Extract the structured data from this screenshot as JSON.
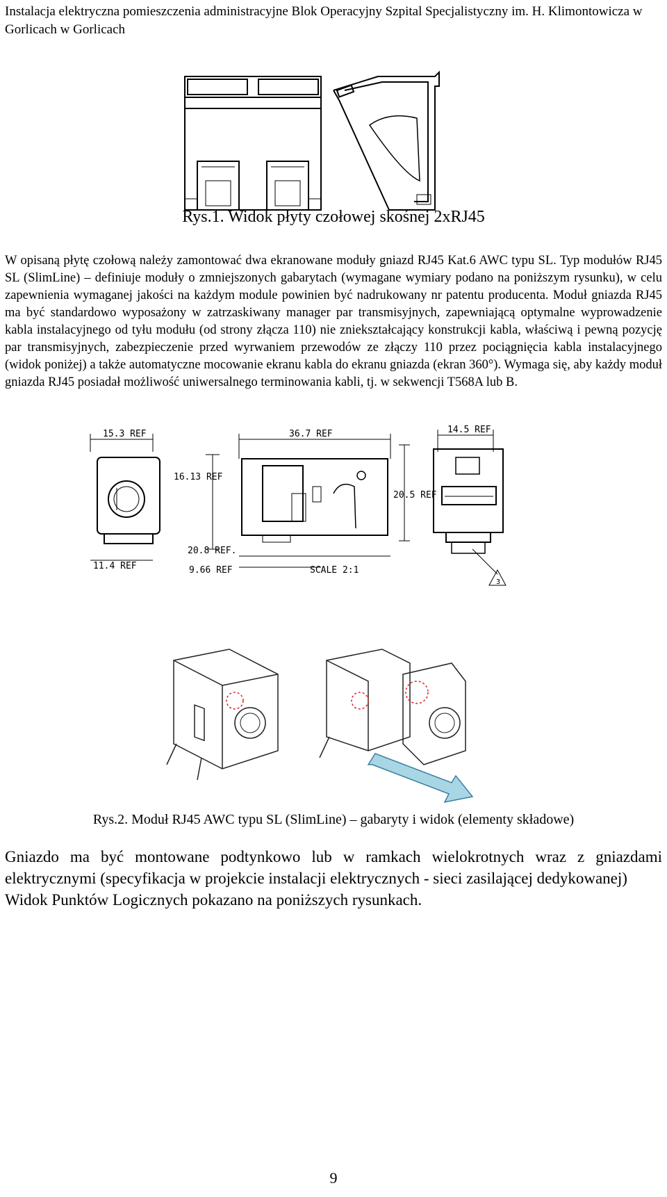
{
  "header": {
    "running_title": "Instalacja elektryczna pomieszczenia administracyjne Blok Operacyjny Szpital Specjalistyczny im. H. Klimontowicza w Gorlicach w Gorlicach"
  },
  "figure1": {
    "caption": "Rys.1. Widok płyty czołowej skośnej 2xRJ45"
  },
  "paragraph1": "W opisaną płytę czołową należy zamontować dwa ekranowane moduły gniazd RJ45 Kat.6 AWC typu SL. Typ modułów RJ45 SL (SlimLine) – definiuje moduły o zmniejszonych gabarytach (wymagane wymiary podano na poniższym rysunku), w celu zapewnienia wymaganej jakości na każdym module powinien być nadrukowany nr patentu producenta. Moduł gniazda RJ45 ma być standardowo wyposażony w zatrzaskiwany manager par transmisyjnych, zapewniającą optymalne wyprowadzenie kabla instalacyjnego od tyłu modułu (od strony złącza 110) nie zniekształcający konstrukcji kabla, właściwą i pewną pozycję par transmisyjnych, zabezpieczenie przed wyrwaniem przewodów ze złączy 110 przez pociągnięcia kabla instalacyjnego (widok poniżej) a także automatyczne mocowanie ekranu kabla do ekranu gniazda (ekran 360°). Wymaga się, aby każdy moduł gniazda RJ45 posiadał możliwość uniwersalnego terminowania kabli, tj. w sekwencji T568A lub B.",
  "figure2": {
    "dims": {
      "d1": "15.3 REF",
      "d2": "36.7 REF",
      "d3": "14.5 REF",
      "d4": "16.13 REF",
      "d5": "20.5 REF",
      "d6": "20.8 REF.",
      "d7": "11.4 REF",
      "d8": "9.66 REF",
      "scale": "SCALE 2:1",
      "note": "3"
    },
    "caption": "Rys.2. Moduł RJ45 AWC typu SL (SlimLine) – gabaryty i widok (elementy składowe)"
  },
  "paragraph2": "Gniazdo ma być montowane podtynkowo lub w ramkach wielokrotnych wraz z gniazdami elektrycznymi (specyfikacja w projekcie instalacji elektrycznych - sieci zasilającej dedykowanej)",
  "paragraph3": "Widok Punktów Logicznych pokazano na poniższych rysunkach.",
  "page_number": "9"
}
